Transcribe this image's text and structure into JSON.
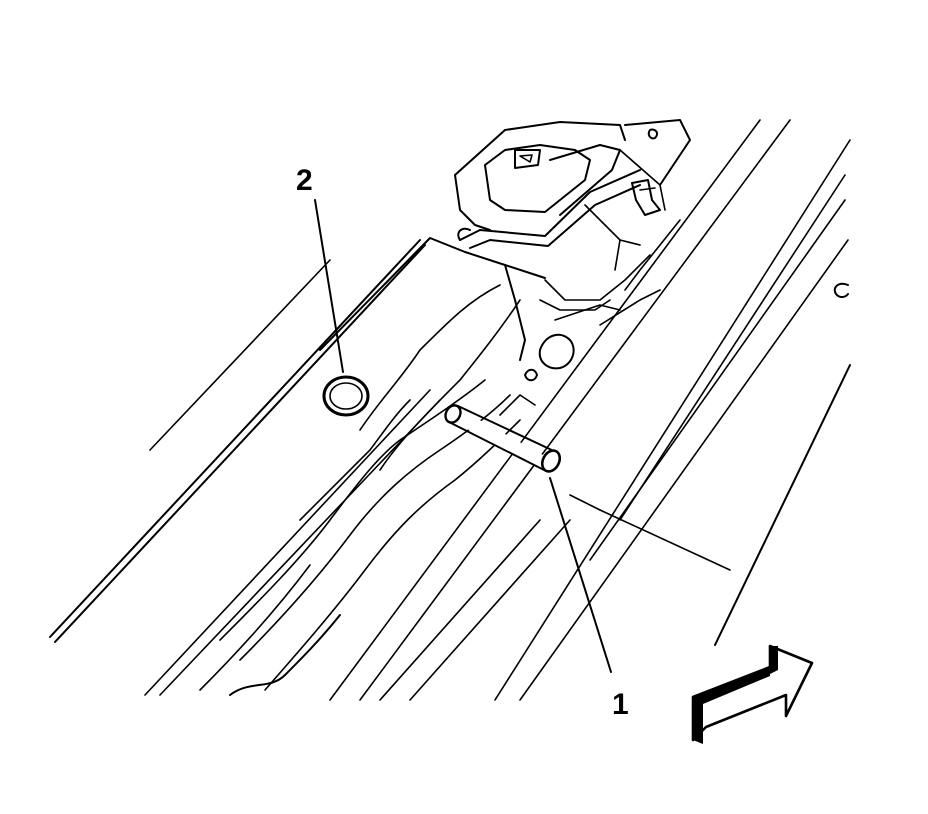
{
  "callouts": [
    {
      "label": "1",
      "target": "pin"
    },
    {
      "label": "2",
      "target": "hole-plug"
    }
  ],
  "direction_arrow": {
    "meaning": "forward",
    "icon": "front-direction-arrow-icon"
  },
  "colors": {
    "line": "#000000",
    "background": "#ffffff",
    "arrow_fill": "#000000"
  }
}
